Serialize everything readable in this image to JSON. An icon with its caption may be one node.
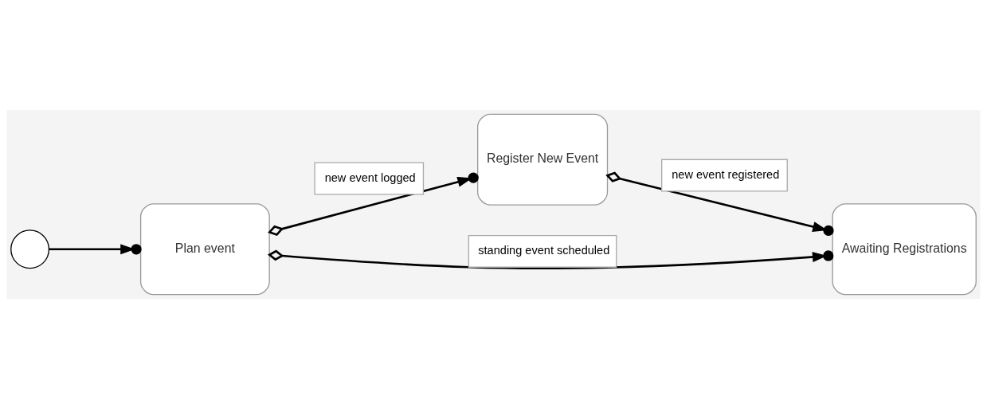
{
  "diagram": {
    "nodes": [
      {
        "text": [],
        "shape": "circle"
      },
      {
        "text": [
          "Plan event"
        ]
      },
      {
        "text": [
          "Register New Event"
        ]
      },
      {
        "text": [
          "Awaiting Registrations"
        ]
      }
    ],
    "edges": [
      {
        "from": 0,
        "to": 1,
        "arrow": "to"
      },
      {
        "from": 1,
        "to": 2,
        "arrow": "to",
        "label": "new event logged"
      },
      {
        "from": 1,
        "to": 3,
        "arrow": "to",
        "label": "standing event scheduled"
      },
      {
        "from": 2,
        "to": 3,
        "arrow": "to",
        "label": "new event registered"
      }
    ]
  }
}
